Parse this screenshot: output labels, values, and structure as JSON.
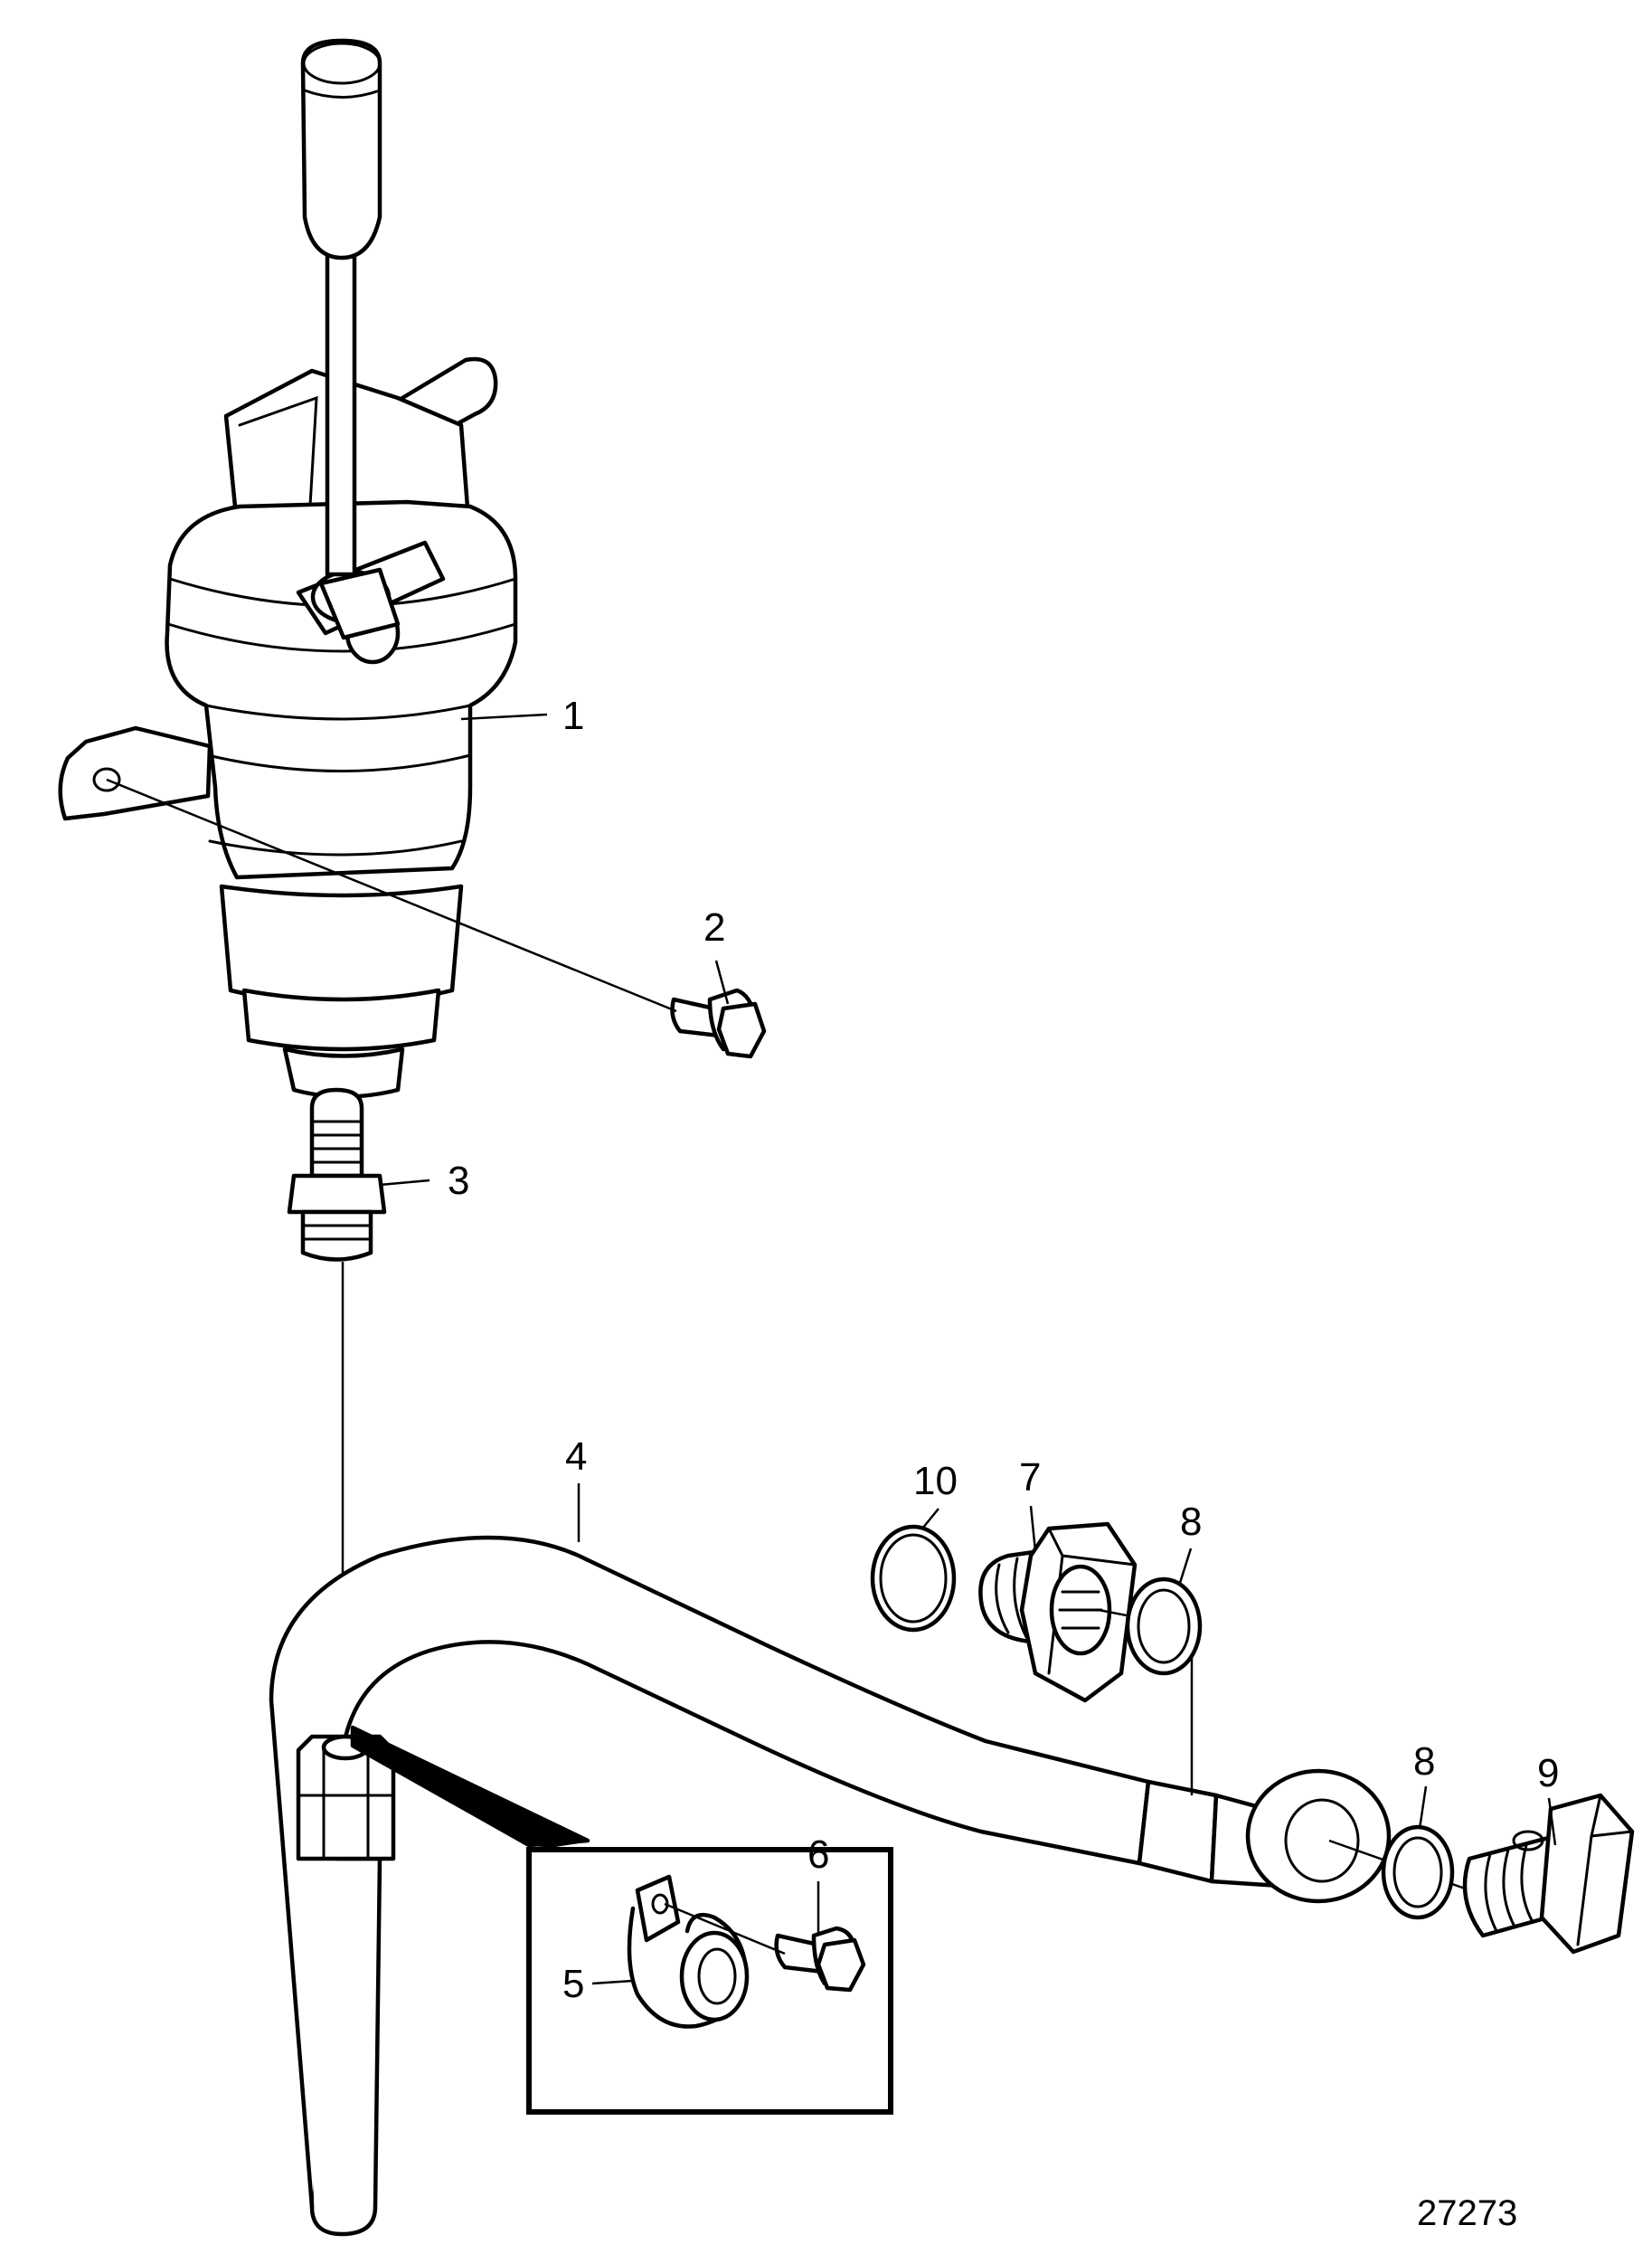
{
  "callouts": [
    "1",
    "2",
    "3",
    "4",
    "5",
    "6",
    "7",
    "8",
    "8",
    "9",
    "10"
  ],
  "figure_number": "27273",
  "colors": {
    "line": "#000000",
    "background": "#ffffff"
  }
}
